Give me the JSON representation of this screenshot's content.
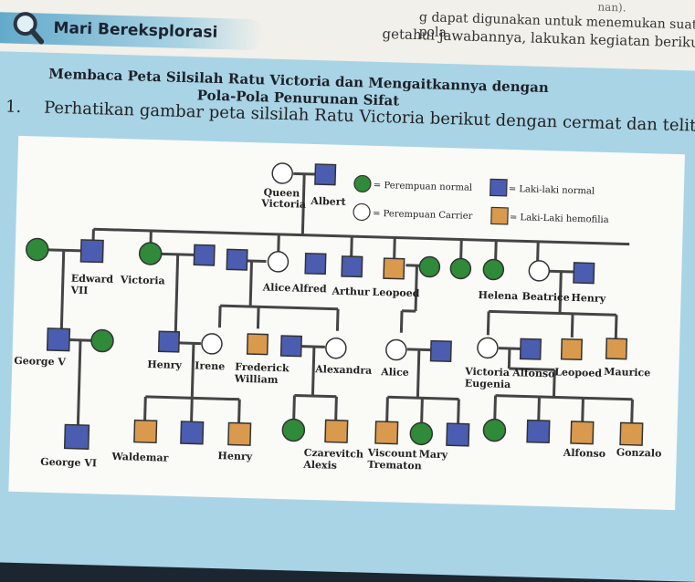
{
  "header": {
    "top_line_fragment": "nan).",
    "line1": "g dapat digunakan untuk menemukan suatu pola",
    "line2": "getahui jawabannya, lakukan kegiatan berikut."
  },
  "section": {
    "title": "Mari Bereksplorasi",
    "heading_line1": "Membaca Peta Silsilah Ratu Victoria dan Mengaitkannya dengan",
    "heading_line2": "Pola-Pola Penurunan Sifat"
  },
  "question": {
    "number": "1.",
    "text": "Perhatikan gambar peta silsilah Ratu Victoria berikut dengan cermat dan teliti."
  },
  "legend": {
    "normal_female": "= Perempuan normal",
    "normal_male": "= Laki-laki normal",
    "carrier_female": "= Perempuan Carrier",
    "hemophilia_male": "= Laki-Laki hemofilia"
  },
  "colors": {
    "normal_female": "#2f8a3a",
    "normal_male": "#4a5db0",
    "hemophilia_male": "#d99a4e",
    "carrier_female": "#ffffff",
    "panel": "#a9d4e6"
  },
  "people": {
    "queen_victoria": "Queen\nVictoria",
    "albert": "Albert",
    "edward": "Edward",
    "edward_vii": "VII",
    "victoria": "Victoria",
    "alice": "Alice",
    "alfred": "Alfred",
    "arthur": "Arthur",
    "leopoed": "Leopoed",
    "helena": "Helena",
    "beatrice": "Beatrice",
    "henry_g1": "Henry",
    "george_v": "George V",
    "henry_g2": "Henry",
    "irene": "Irene",
    "frederick": "Frederick",
    "william": "William",
    "alexandra": "Alexandra",
    "alice_g2": "Alice",
    "victoria_eugenia_1": "Victoria",
    "victoria_eugenia_2": "Eugenia",
    "alfonso_g2": "Alfonso",
    "leopoed_g2": "Leopoed",
    "maurice": "Maurice",
    "george_vi": "George VI",
    "waldemar": "Waldemar",
    "henry_g3": "Henry",
    "czarevitch": "Czarevitch",
    "alexis": "Alexis",
    "viscount": "Viscount",
    "trematon": "Trematon",
    "mary": "Mary",
    "alfonso_g3": "Alfonso",
    "gonzalo": "Gonzalo"
  }
}
